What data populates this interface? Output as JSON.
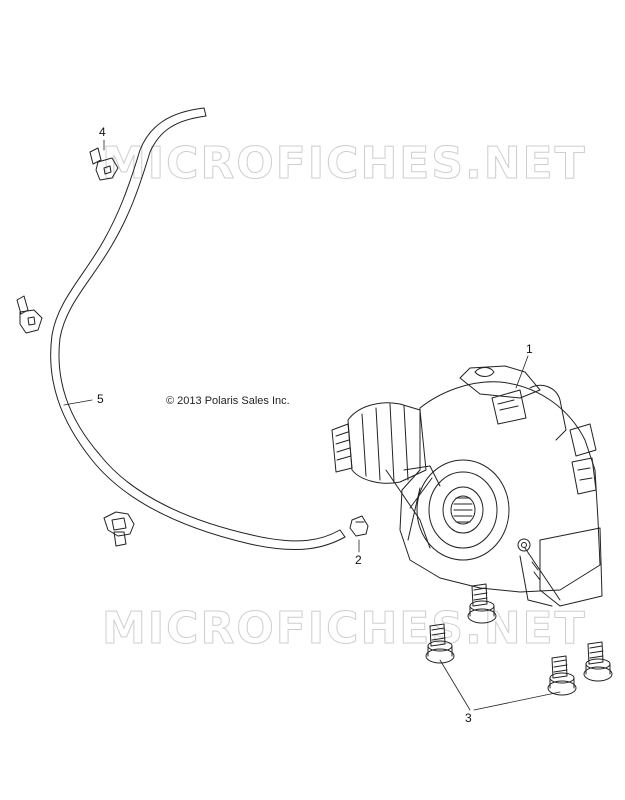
{
  "watermarks": [
    "MICROFICHES.NET",
    "MICROFICHES.NET"
  ],
  "copyright": "© 2013 Polaris Sales Inc.",
  "callouts": [
    "1",
    "2",
    "3",
    "4",
    "5"
  ],
  "colors": {
    "line": "#222222",
    "watermark": "#cfcfcf",
    "background": "#ffffff"
  },
  "icons": [
    "differential-housing",
    "vent-hose",
    "hose-clip",
    "flange-bolt"
  ]
}
